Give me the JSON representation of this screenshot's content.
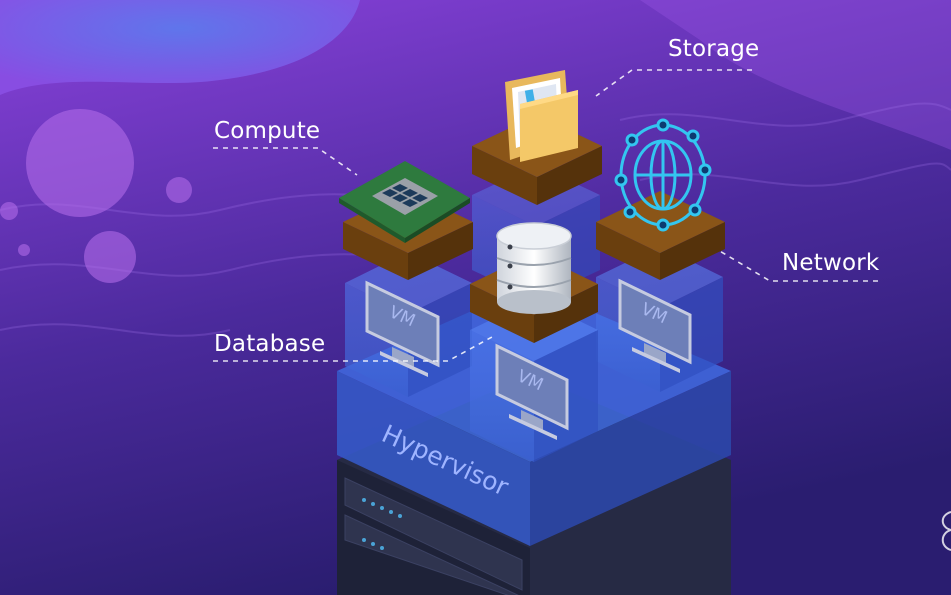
{
  "labels": {
    "storage": "Storage",
    "compute": "Compute",
    "network": "Network",
    "database": "Database"
  },
  "layers": {
    "hypervisor": "Hypervisor",
    "vm": "VM"
  },
  "colors": {
    "background_top": "#7d3fd6",
    "background_bottom": "#2a1c6e",
    "cube_blue": "#3f6fe0",
    "platform_brown": "#7a4a14",
    "network_cyan": "#33c6f0"
  },
  "icons": [
    "cpu-chip-icon",
    "folder-documents-icon",
    "database-cylinder-icon",
    "network-globe-icon",
    "vm-monitor-icon",
    "server-rack-icon"
  ]
}
